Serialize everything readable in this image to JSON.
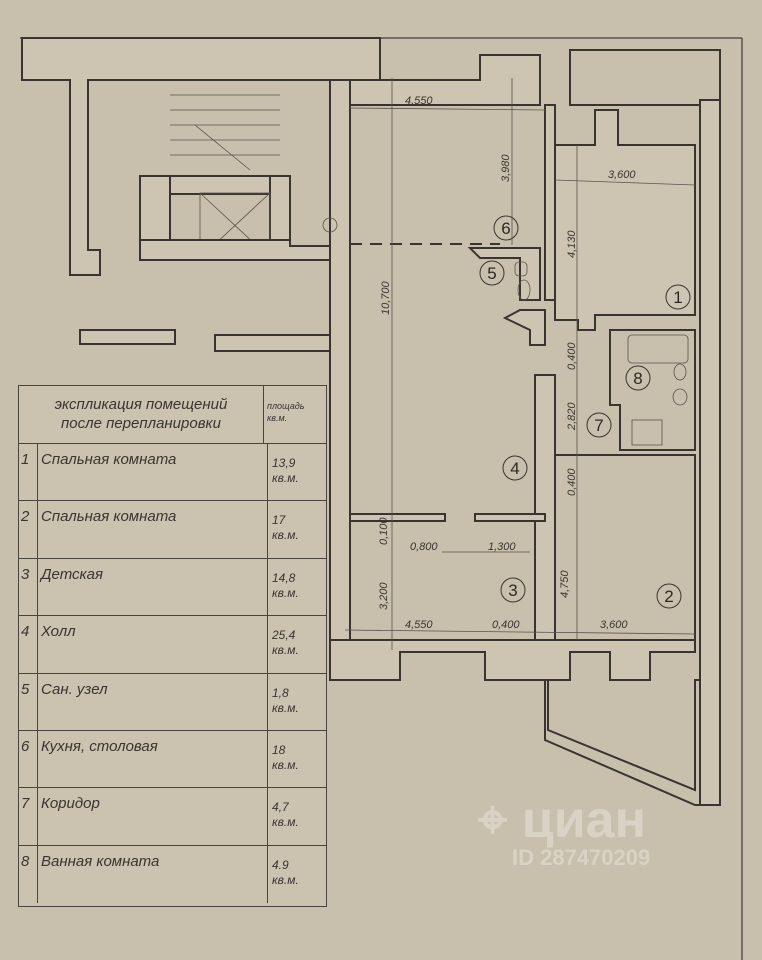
{
  "legend": {
    "title_line1": "экспликация помещений",
    "title_line2": "после перепланировки",
    "area_header": "площадь",
    "area_unit": "кв.м.",
    "rooms": [
      {
        "number": "1",
        "name": "Спальная комната",
        "area": "13,9",
        "unit": "кв.м."
      },
      {
        "number": "2",
        "name": "Спальная комната",
        "area": "17",
        "unit": "кв.м."
      },
      {
        "number": "3",
        "name": "Детская",
        "area": "14,8",
        "unit": "кв.м."
      },
      {
        "number": "4",
        "name": "Холл",
        "area": "25,4",
        "unit": "кв.м."
      },
      {
        "number": "5",
        "name": "Сан. узел",
        "area": "1,8",
        "unit": "кв.м."
      },
      {
        "number": "6",
        "name": "Кухня, столовая",
        "area": "18",
        "unit": "кв.м."
      },
      {
        "number": "7",
        "name": "Коридор",
        "area": "4,7",
        "unit": "кв.м."
      },
      {
        "number": "8",
        "name": "Ванная комната",
        "area": "4.9",
        "unit": "кв.м."
      }
    ]
  },
  "dimensions": {
    "kitchen_width": "4,550",
    "kitchen_depth": "3,980",
    "hall_length": "10,700",
    "room1_width": "3,600",
    "room1_depth": "4,130",
    "wall_a": "0,400",
    "corridor_len": "2,820",
    "wall_b": "0,400",
    "room2_depth": "4,750",
    "room2_width": "3,600",
    "room3_width": "4,550",
    "wall_c": "0,400",
    "room3_depth": "3,200",
    "wall_d": "0,100",
    "door_offset": "0,800",
    "door_width": "1,300"
  },
  "room_markers": [
    "1",
    "2",
    "3",
    "4",
    "5",
    "6",
    "7",
    "8"
  ],
  "watermark": {
    "brand": "циан",
    "id": "ID 287470209"
  }
}
